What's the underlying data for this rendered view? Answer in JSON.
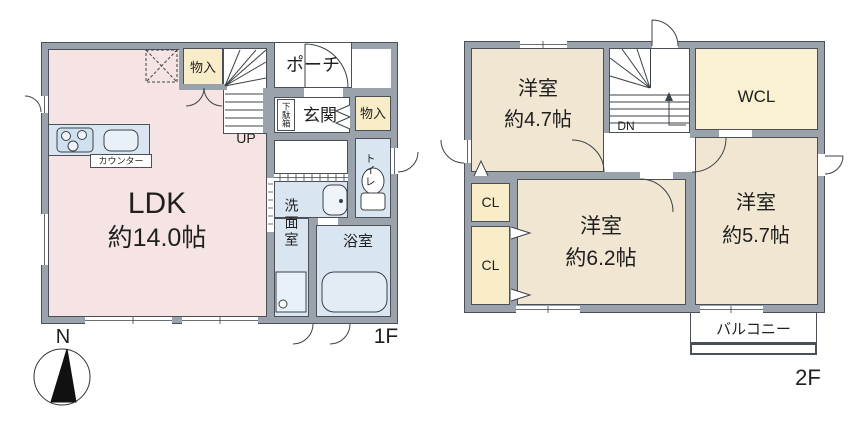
{
  "palette": {
    "wall_gray": "#9aa2ab",
    "ldk_pink": "#f6e4e4",
    "western_room_beige": "#f0e6d2",
    "storage_cream": "#f8ecc9",
    "wcl_cream": "#faf0d2",
    "wet_area_blue": "#d9e6f1",
    "fixture_light_blue": "#e2ecf5",
    "outline": "#3c4147"
  },
  "compass": {
    "label": "N"
  },
  "floor1": {
    "floor_label": "1F",
    "ldk": {
      "name": "LDK",
      "size": "約14.0帖"
    },
    "porch": "ポーチ",
    "entrance": "玄関",
    "shoe_box": "下駄箱",
    "storage_stairs": "物入",
    "storage_entrance": "物入",
    "toilet": "トイレ",
    "washroom": "洗面室",
    "bathroom": "浴室",
    "counter": "カウンター",
    "stairs_label": "UP"
  },
  "floor2": {
    "floor_label": "2F",
    "room_a": {
      "name": "洋室",
      "size": "約4.7帖"
    },
    "room_b": {
      "name": "洋室",
      "size": "約6.2帖"
    },
    "room_c": {
      "name": "洋室",
      "size": "約5.7帖"
    },
    "wcl": "WCL",
    "closet1": "CL",
    "closet2": "CL",
    "balcony": "バルコニー",
    "stairs_label": "DN"
  }
}
